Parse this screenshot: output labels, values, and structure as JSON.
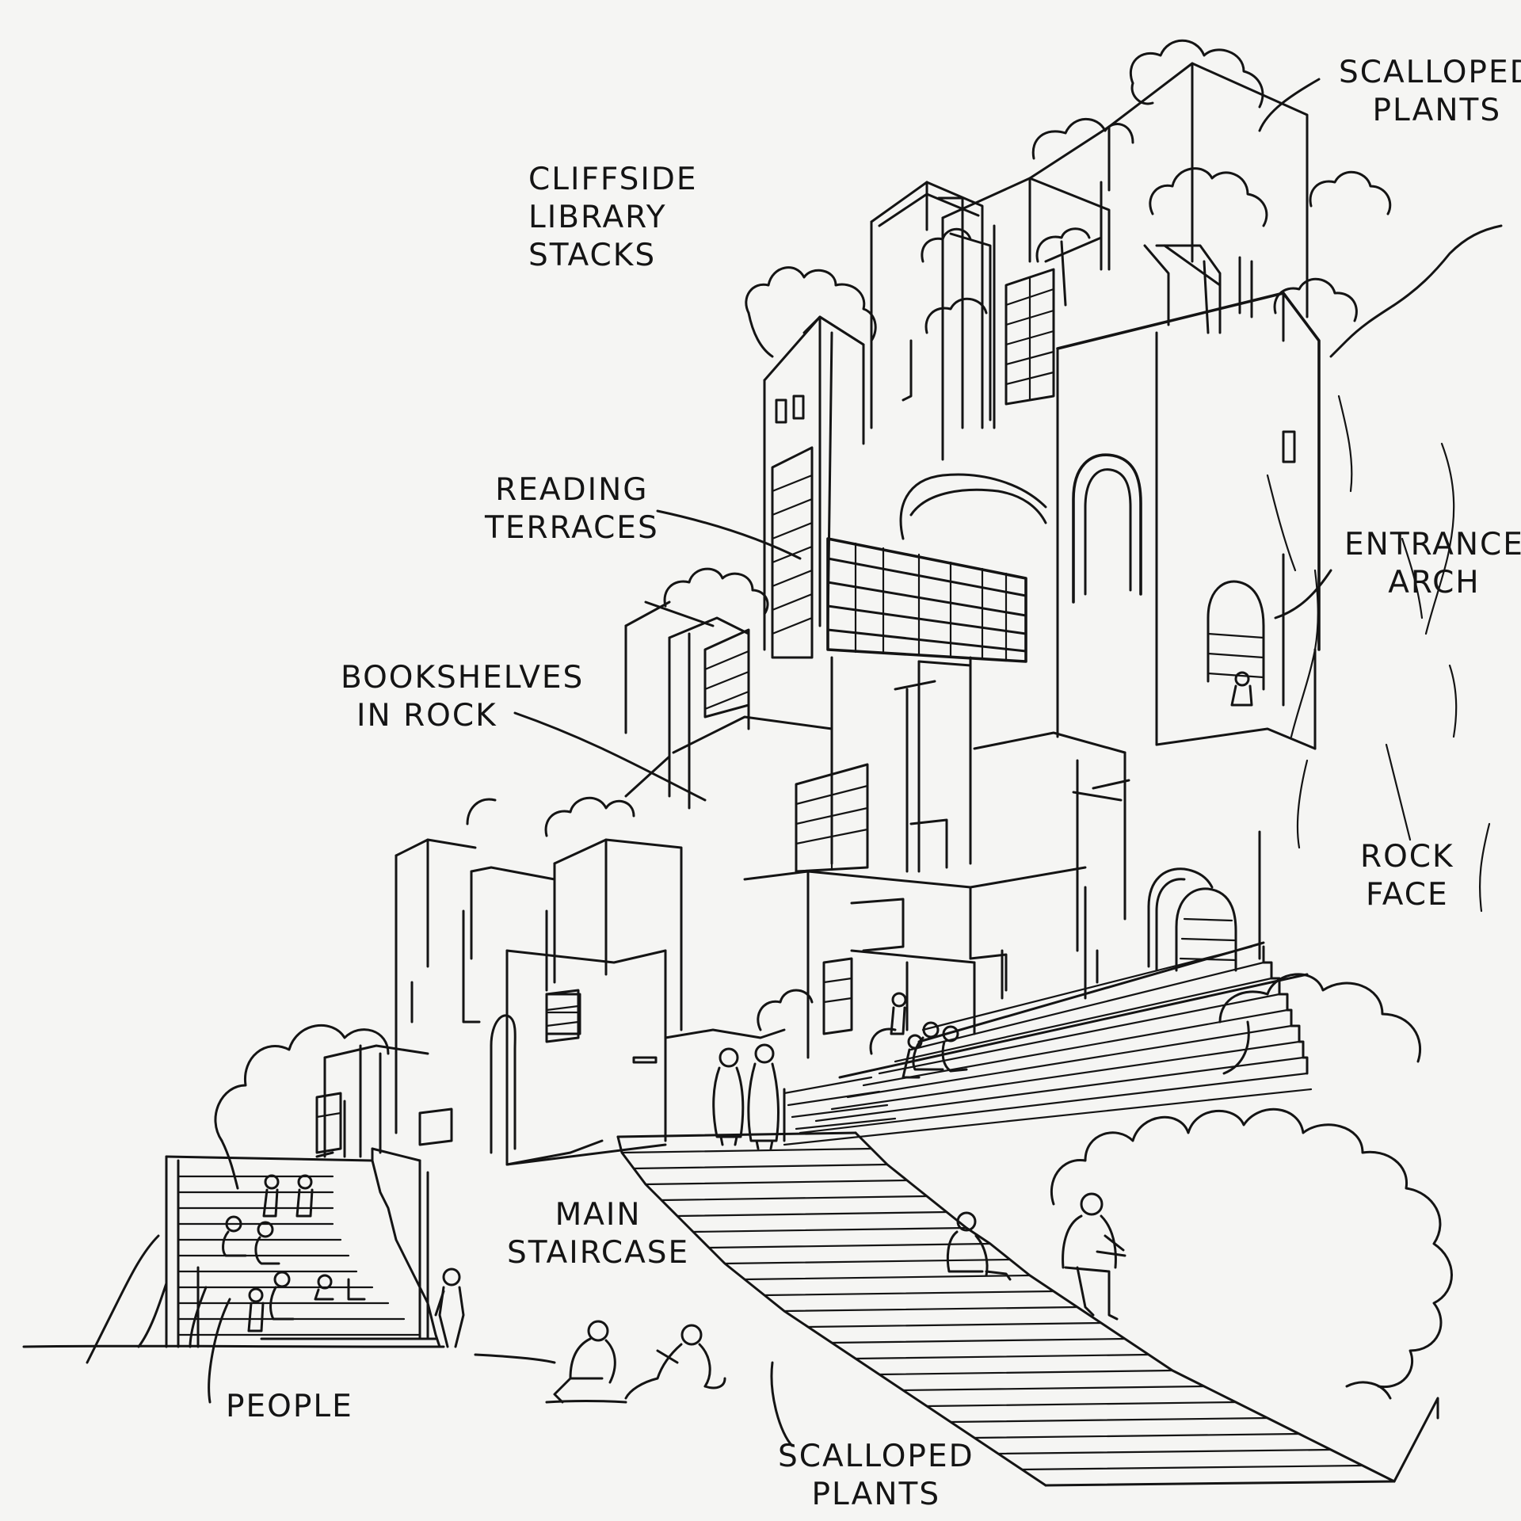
{
  "labels": {
    "title": {
      "line1": "CLIFFSIDE",
      "line2": "LIBRARY",
      "line3": "STACKS"
    },
    "scalloped_plants_top": {
      "line1": "SCALLOPED",
      "line2": "PLANTS"
    },
    "reading_terraces": {
      "line1": "READING",
      "line2": "TERRACES"
    },
    "entrance_arch": {
      "line1": "ENTRANCE",
      "line2": "ARCH"
    },
    "bookshelves_in_rock": {
      "line1": "BOOKSHELVES",
      "line2": "IN ROCK"
    },
    "rock_face": {
      "line1": "ROCK",
      "line2": "FACE"
    },
    "main_staircase": {
      "line1": "MAIN",
      "line2": "STAIRCASE"
    },
    "people": {
      "line1": "PEOPLE"
    },
    "scalloped_plants_bottom": {
      "line1": "SCALLOPED",
      "line2": "PLANTS"
    }
  },
  "colors": {
    "ink": "#141414",
    "paper": "#f5f5f3"
  }
}
